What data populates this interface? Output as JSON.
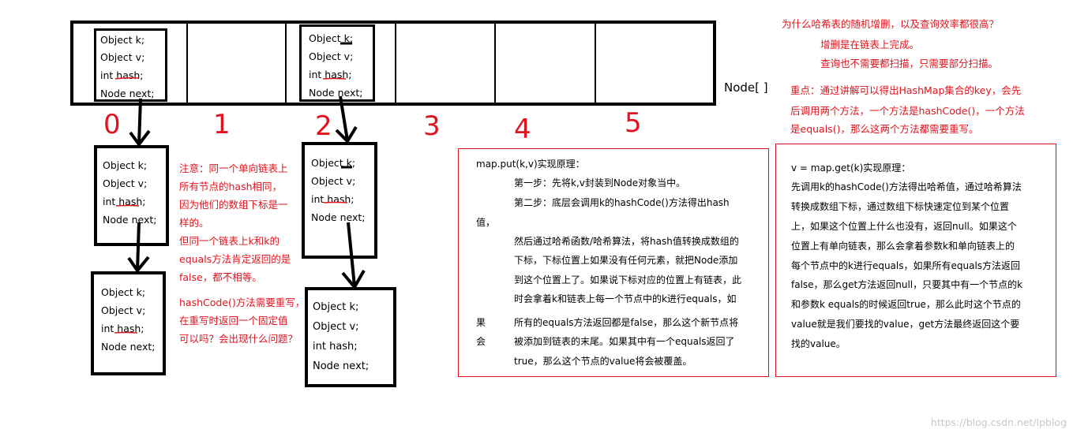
{
  "array": {
    "label": "Node[ ]",
    "indices": [
      "0",
      "1",
      "2",
      "3",
      "4",
      "5"
    ]
  },
  "node_fields": {
    "k": "Object k;",
    "v": "Object v;",
    "hash": "int hash;",
    "next": "Node next;"
  },
  "top_right_note": {
    "question": "为什么哈希表的随机增删，以及查询效率都很高？",
    "ans1": "增删是在链表上完成。",
    "ans2": "查询也不需要都扫描，只需要部分扫描。",
    "focus1": "重点：通过讲解可以得出HashMap集合的key，会先",
    "focus2": "后调用两个方法，一个方法是hashCode()，一个方法",
    "focus3": "是equals()，那么这两个方法都需要重写。"
  },
  "left_note": {
    "l1": "注意：同一个单向链表上",
    "l2": "所有节点的hash相同，",
    "l3": "因为他们的数组下标是一",
    "l4": "样的。",
    "l5": "但同一个链表上k和k的",
    "l6": "equals方法肯定返回的是",
    "l7": "false，都不相等。",
    "q1": "hashCode()方法需要重写，",
    "q2": "在重写时返回一个固定值",
    "q3": "可以吗？会出现什么问题？"
  },
  "put_panel": {
    "title": "map.put(k,v)实现原理：",
    "s1": "第一步：先将k,v封装到Node对象当中。",
    "s2a": "第二步：底层会调用k的hashCode()方法得出hash",
    "s2b": "值，",
    "l3": "然后通过哈希函数/哈希算法，将hash值转换成数组的",
    "l4": "下标，下标位置上如果没有任何元素，就把Node添加",
    "l5": "到这个位置上了。如果说下标对应的位置上有链表，此",
    "l6": "时会拿着k和链表上每一个节点中的k进行equals，如",
    "l7": "所有的equals方法返回都是false，那么这个新节点将",
    "l8": "被添加到链表的末尾。如果其中有一个equals返回了",
    "l9": "true，那么这个节点的value将会被覆盖。",
    "side1": "果",
    "side2": "会"
  },
  "get_panel": {
    "title": "v = map.get(k)实现原理：",
    "l1": "先调用k的hashCode()方法得出哈希值，通过哈希算法",
    "l2": "转换成数组下标，通过数组下标快速定位到某个位置",
    "l3": "上，如果这个位置上什么也没有，返回null。如果这个",
    "l4": "位置上有单向链表，那么会拿着参数k和单向链表上的",
    "l5": "每个节点中的k进行equals，如果所有equals方法返回",
    "l6": "false，那么get方法返回null，只要其中有一个节点的k",
    "l7": "和参数k  equals的时候返回true，那么此时这个节点的",
    "l8": "value就是我们要找的value，get方法最终返回这个要",
    "l9": "找的value。"
  },
  "watermark": "https://blog.csdn.net/lpblog",
  "colors": {
    "annotation": "#e0141e",
    "stroke": "#000000",
    "watermark": "#c8c8c8"
  }
}
